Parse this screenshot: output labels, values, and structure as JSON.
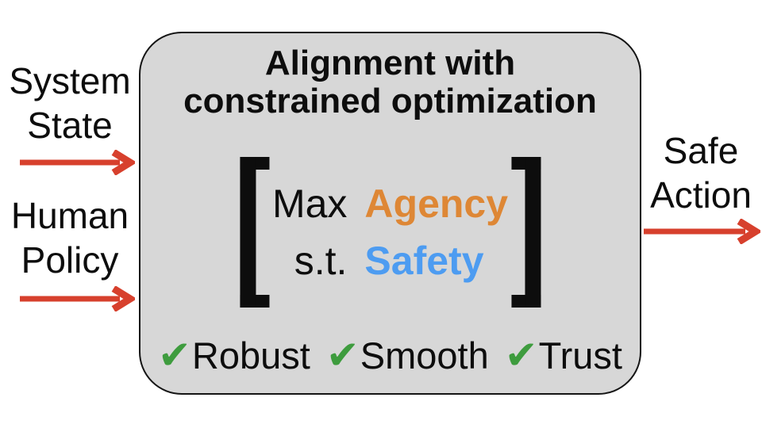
{
  "box": {
    "title_line1": "Alignment with",
    "title_line2": "constrained optimization",
    "optimization": {
      "objective_keyword": "Max",
      "objective_term": "Agency",
      "constraint_keyword": "s.t.",
      "constraint_term": "Safety"
    },
    "properties": [
      {
        "icon": "✔",
        "label": "Robust"
      },
      {
        "icon": "✔",
        "label": "Smooth"
      },
      {
        "icon": "✔",
        "label": "Trust"
      }
    ]
  },
  "inputs": [
    {
      "line1": "System",
      "line2": "State"
    },
    {
      "line1": "Human",
      "line2": "Policy"
    }
  ],
  "output": {
    "line1": "Safe",
    "line2": "Action"
  },
  "colors": {
    "agency_orange": "#DE8735",
    "safety_blue": "#4D9CF1",
    "check_green": "#3E9C3E",
    "arrow_red": "#D7402D",
    "box_fill": "#D7D7D7",
    "box_border": "#141414"
  }
}
